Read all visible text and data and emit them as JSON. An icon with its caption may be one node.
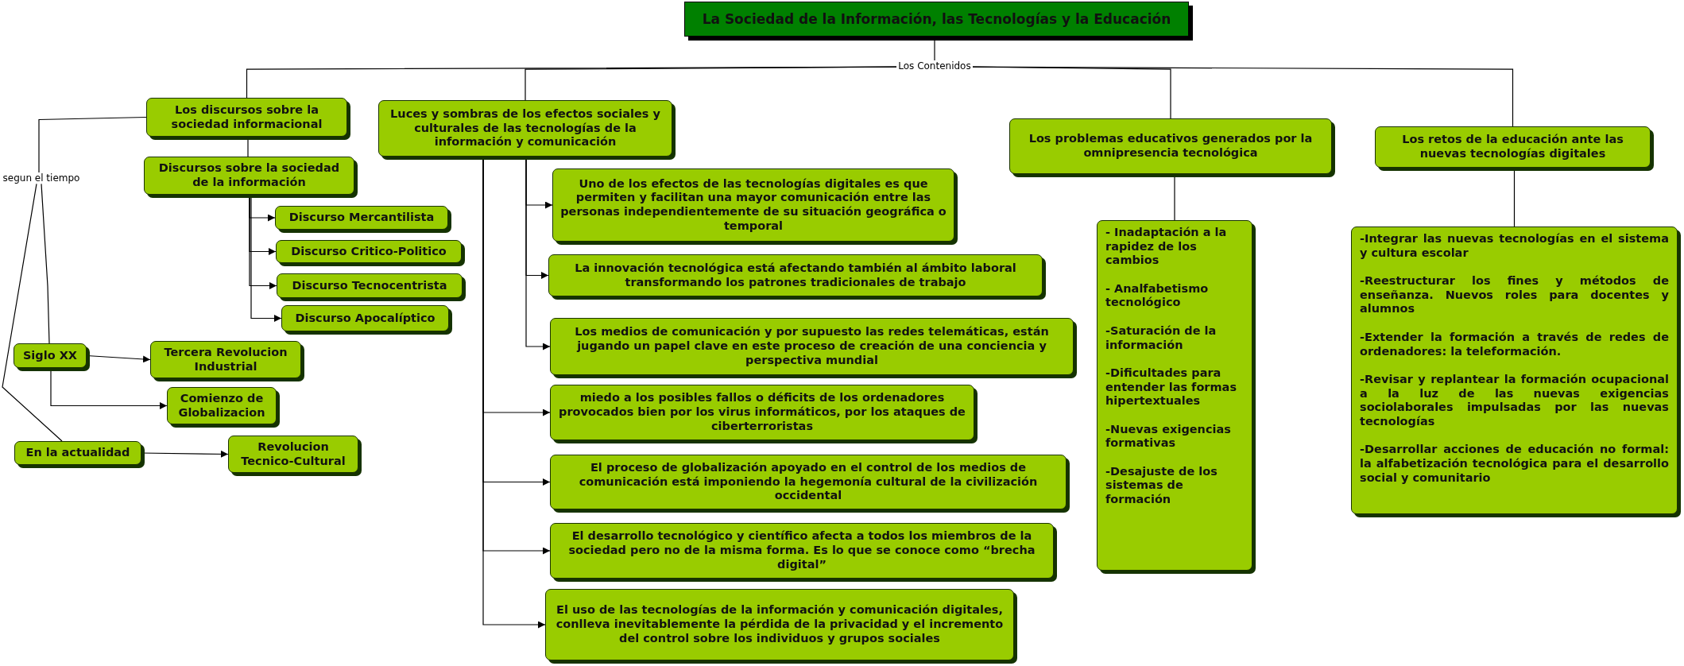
{
  "diagram": {
    "nodes": [
      {
        "text": [
          "La Sociedad de la Información, las Tecnologías y la Educación"
        ]
      },
      {
        "text": [
          "Los Contenidos"
        ]
      },
      {
        "text": [
          "Los discursos sobre la sociedad informacional"
        ]
      },
      {
        "text": [
          "Luces y sombras de los efectos sociales y culturales de las tecnologías de la información y comunicación"
        ]
      },
      {
        "text": [
          "Los problemas educativos generados por la omnipresencia tecnológica"
        ]
      },
      {
        "text": [
          "Los retos de la educación ante las nuevas tecnologías digitales"
        ]
      },
      {
        "text": [
          "segun el tiempo"
        ]
      },
      {
        "text": [
          "Discursos sobre la sociedad de la información"
        ]
      },
      {
        "text": [
          "Discurso Mercantilista"
        ]
      },
      {
        "text": [
          "Discurso Critico-Politico"
        ]
      },
      {
        "text": [
          "Discurso Tecnocentrista"
        ]
      },
      {
        "text": [
          "Discurso Apocalíptico"
        ]
      },
      {
        "text": [
          "Siglo XX"
        ]
      },
      {
        "text": [
          "Tercera Revolucion Industrial"
        ]
      },
      {
        "text": [
          "Comienzo de Globalizacion"
        ]
      },
      {
        "text": [
          "En la actualidad"
        ]
      },
      {
        "text": [
          "Revolucion Tecnico-Cultural"
        ]
      },
      {
        "text": [
          "Uno de los efectos de las tecnologías digitales es que permiten y facilitan una mayor comunicación entre las personas independientemente de su situación geográfica o temporal"
        ]
      },
      {
        "text": [
          "La innovación tecnológica está afectando también al ámbito laboral transformando los patrones tradicionales de trabajo"
        ]
      },
      {
        "text": [
          "Los medios de comunicación y por supuesto las redes telemáticas, están jugando un papel clave en este proceso de creación de una conciencia y perspectiva mundial"
        ]
      },
      {
        "text": [
          "miedo a los posibles fallos o déficits de los ordenadores provocados bien por los virus informáticos, por los ataques de ciberterroristas"
        ]
      },
      {
        "text": [
          "El proceso de globalización apoyado en el control de los medios de comunicación está imponiendo la hegemonía cultural de la civilización occidental"
        ]
      },
      {
        "text": [
          "El desarrollo tecnológico y científico afecta a todos los miembros de la sociedad pero no de la misma forma. Es lo que se conoce como “brecha digital”"
        ]
      },
      {
        "text": [
          "El uso de las tecnologías de la información y comunicación digitales, conlleva inevitablemente la pérdida de la privacidad y el incremento del control sobre los individuos y grupos sociales"
        ]
      },
      {
        "text": [
          "- Inadaptación a la rapidez de los cambios",
          "- Analfabetismo tecnológico",
          "-Saturación de la información",
          "-Dificultades para entender las formas hipertextuales",
          "-Nuevas exigencias formativas",
          "-Desajuste de los sistemas de formación"
        ]
      },
      {
        "text": [
          "-Integrar las nuevas tecnologías en el sistema y cultura escolar",
          "-Reestructurar los fines y métodos de enseñanza. Nuevos roles para docentes y alumnos",
          "-Extender la formación a través de redes de ordenadores: la teleformación.",
          "-Revisar y replantear la formación ocupacional a la luz de las nuevas exigencias sociolaborales impulsadas por las nuevas tecnologías",
          "-Desarrollar acciones de educación no formal: la alfabetización tecnológica para el desarrollo social y comunitario"
        ]
      }
    ],
    "edges": [
      {
        "from": 0,
        "to": 1,
        "arrow": "none"
      },
      {
        "from": 1,
        "to": 2,
        "arrow": "none"
      },
      {
        "from": 1,
        "to": 3,
        "arrow": "none"
      },
      {
        "from": 1,
        "to": 4,
        "arrow": "none"
      },
      {
        "from": 1,
        "to": 5,
        "arrow": "none"
      },
      {
        "from": 2,
        "to": 6,
        "arrow": "none"
      },
      {
        "from": 6,
        "to": 12,
        "arrow": "none"
      },
      {
        "from": 6,
        "to": 15,
        "arrow": "none"
      },
      {
        "from": 2,
        "to": 7,
        "arrow": "none"
      },
      {
        "from": 7,
        "to": 8,
        "arrow": "to"
      },
      {
        "from": 7,
        "to": 9,
        "arrow": "to"
      },
      {
        "from": 7,
        "to": 10,
        "arrow": "to"
      },
      {
        "from": 7,
        "to": 11,
        "arrow": "to"
      },
      {
        "from": 12,
        "to": 13,
        "arrow": "to"
      },
      {
        "from": 12,
        "to": 14,
        "arrow": "to"
      },
      {
        "from": 15,
        "to": 16,
        "arrow": "to"
      },
      {
        "from": 3,
        "to": 17,
        "arrow": "to"
      },
      {
        "from": 3,
        "to": 18,
        "arrow": "to"
      },
      {
        "from": 3,
        "to": 19,
        "arrow": "to"
      },
      {
        "from": 3,
        "to": 20,
        "arrow": "to"
      },
      {
        "from": 3,
        "to": 21,
        "arrow": "to"
      },
      {
        "from": 3,
        "to": 22,
        "arrow": "to"
      },
      {
        "from": 3,
        "to": 23,
        "arrow": "to"
      },
      {
        "from": 4,
        "to": 24,
        "arrow": "none"
      },
      {
        "from": 5,
        "to": 25,
        "arrow": "none"
      }
    ]
  }
}
